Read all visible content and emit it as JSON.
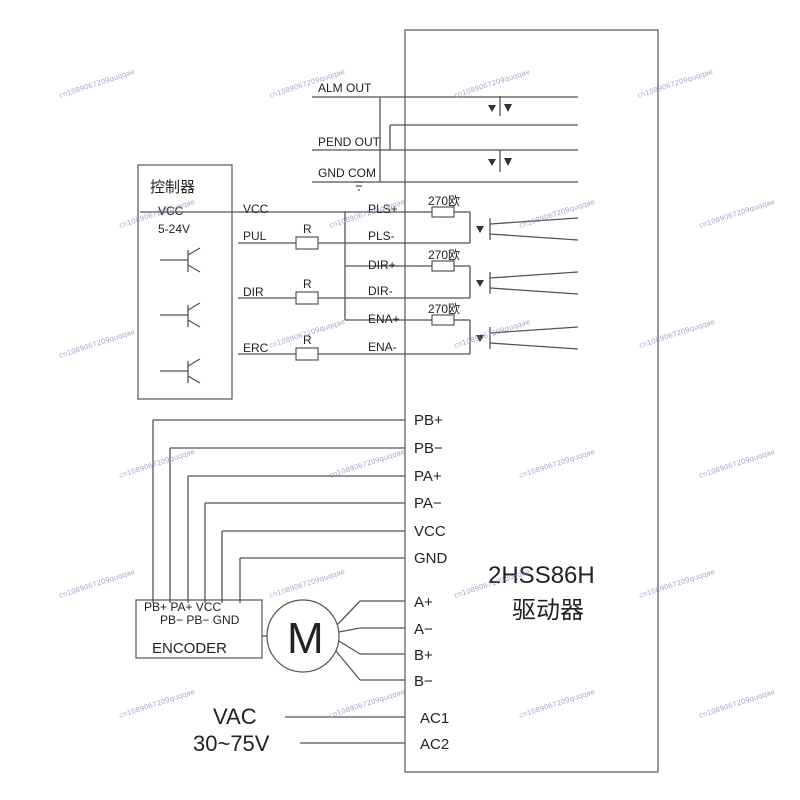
{
  "controller": {
    "title": "控制器",
    "vcc_label": "VCC",
    "voltage": "5-24V",
    "signals": [
      "VCC",
      "PUL",
      "DIR",
      "ERC"
    ],
    "resistor": "R"
  },
  "alarm_outputs": [
    "ALM OUT",
    "PEND OUT",
    "GND COM"
  ],
  "driver_inputs": [
    "PLS+",
    "PLS-",
    "DIR+",
    "DIR-",
    "ENA+",
    "ENA-"
  ],
  "resistor_values": [
    "270欧",
    "270欧",
    "270欧"
  ],
  "encoder_terminals": [
    "PB+",
    "PB−",
    "PA+",
    "PA−",
    "VCC",
    "GND"
  ],
  "encoder": {
    "top_labels": "PB+  PA+  VCC",
    "bottom_labels": "PB−  PB−  GND",
    "name": "ENCODER"
  },
  "motor": {
    "symbol": "M",
    "terminals": [
      "A+",
      "A−",
      "B+",
      "B−"
    ]
  },
  "power": {
    "label": "VAC",
    "range": "30~75V",
    "terminals": [
      "AC1",
      "AC2"
    ]
  },
  "driver": {
    "model": "2HSS86H",
    "subtitle": "驱动器"
  },
  "watermark": "cn1089067209quqqae"
}
